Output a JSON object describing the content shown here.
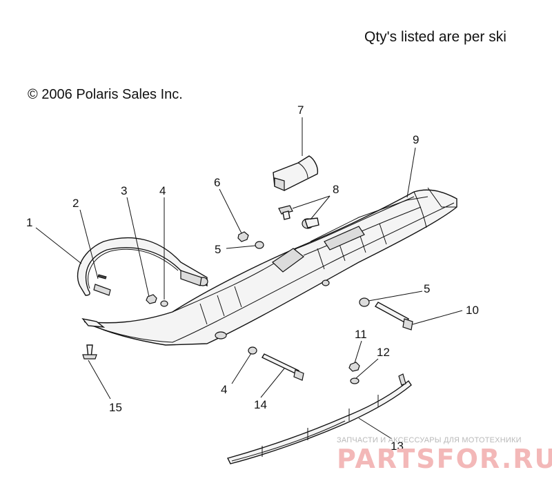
{
  "header": {
    "qty_note": "Qty's listed are per ski",
    "copyright": "© 2006 Polaris Sales Inc."
  },
  "callouts": [
    "1",
    "2",
    "3",
    "4",
    "6",
    "5",
    "7",
    "8",
    "9",
    "5",
    "10",
    "11",
    "12",
    "4",
    "14",
    "13",
    "15"
  ],
  "watermark": {
    "subtitle": "ЗАПЧАСТИ И АКСЕССУАРЫ ДЛЯ МОТОТЕХНИКИ",
    "logo": "PARTSFOR.RU"
  },
  "colors": {
    "line": "#111111",
    "watermark_logo": "#f3b8b8",
    "watermark_text": "#b9b9b9"
  }
}
